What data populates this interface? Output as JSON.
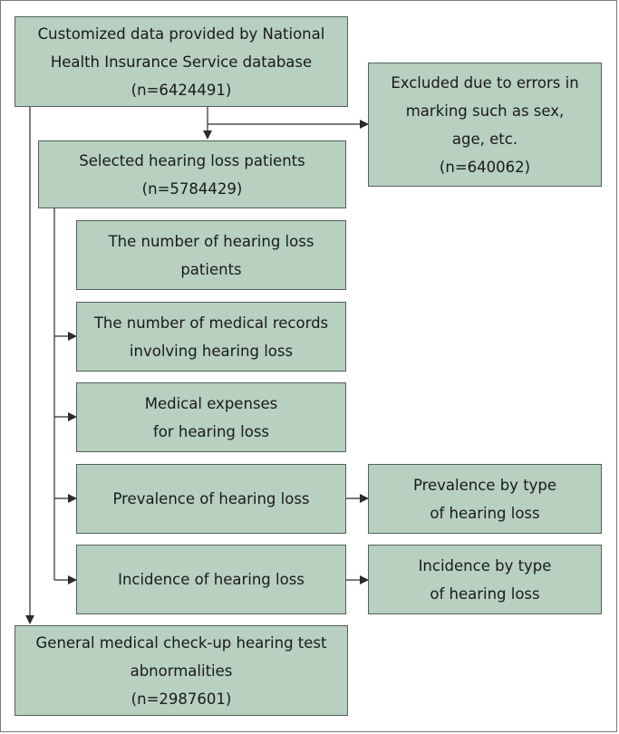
{
  "boxes": {
    "source": {
      "lines": [
        "Customized data provided by National",
        "Health Insurance Service database",
        "(n=6424491)"
      ]
    },
    "excluded": {
      "lines": [
        "Excluded due to errors in",
        "marking such as sex,",
        "age, etc.",
        "(n=640062)"
      ]
    },
    "selected": {
      "lines": [
        "Selected hearing loss patients",
        "(n=5784429)"
      ]
    },
    "num_patients": {
      "lines": [
        "The number of hearing loss",
        "patients"
      ]
    },
    "num_records": {
      "lines": [
        "The number of medical records",
        "involving hearing loss"
      ]
    },
    "expenses": {
      "lines": [
        "Medical expenses",
        "for hearing loss"
      ]
    },
    "prevalence": {
      "lines": [
        "Prevalence of hearing loss"
      ]
    },
    "prevalence_type": {
      "lines": [
        "Prevalence by type",
        "of hearing loss"
      ]
    },
    "incidence": {
      "lines": [
        "Incidence of hearing loss"
      ]
    },
    "incidence_type": {
      "lines": [
        "Incidence by type",
        "of hearing loss"
      ]
    },
    "checkup": {
      "lines": [
        "General medical check-up hearing test",
        "abnormalities",
        "(n=2987601)"
      ]
    }
  },
  "colors": {
    "box_fill": "#b7d0c0",
    "box_border": "#55605a",
    "line": "#2b2b2b"
  }
}
